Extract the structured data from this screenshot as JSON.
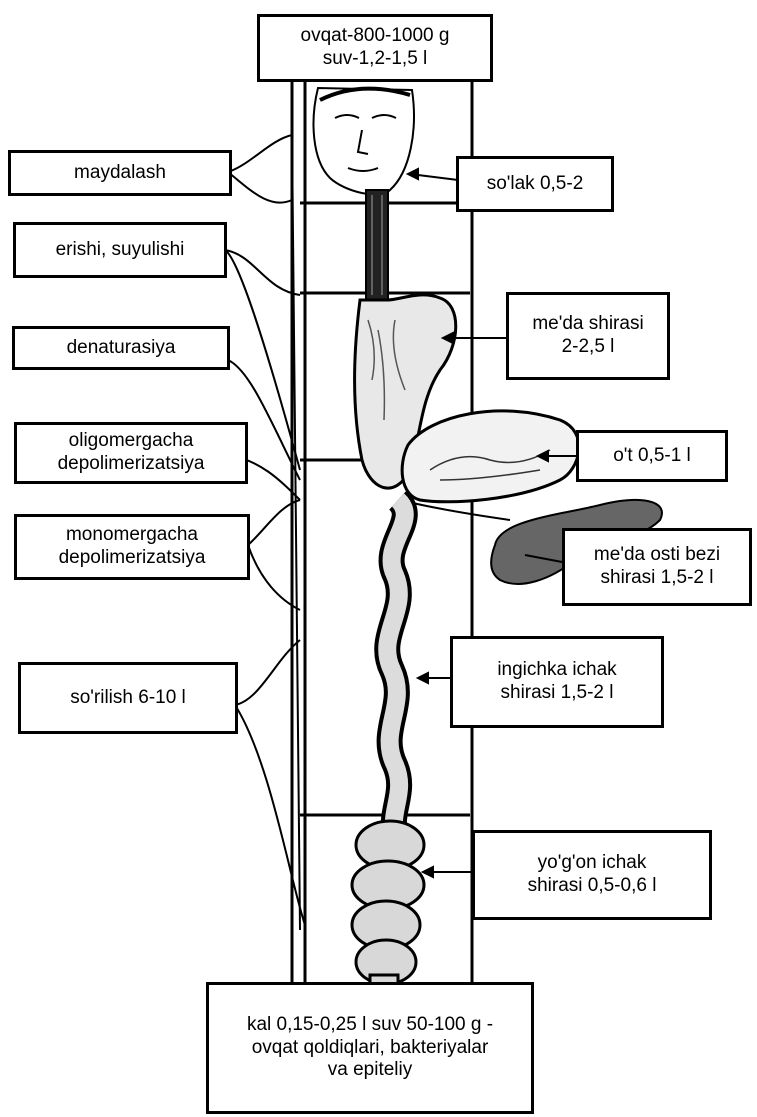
{
  "intake": {
    "line1": "ovqat-800-1000 g",
    "line2": "suv-1,2-1,5 l"
  },
  "processes": {
    "grinding": "maydalash",
    "dissolving": "erishi, suyulishi",
    "denaturation": "denaturasiya",
    "oligomer": {
      "line1": "oligomergacha",
      "line2": "depolimerizatsiya"
    },
    "monomer": {
      "line1": "monomergacha",
      "line2": "depolimerizatsiya"
    },
    "absorption": "so'rilish 6-10 l"
  },
  "secretions": {
    "saliva": "so'lak 0,5-2",
    "gastric": {
      "line1": "me'da shirasi",
      "line2": "2-2,5 l"
    },
    "bile": "o't 0,5-1 l",
    "pancreatic": {
      "line1": "me'da osti bezi",
      "line2": "shirasi 1,5-2 l"
    },
    "small_intestine": {
      "line1": "ingichka ichak",
      "line2": "shirasi 1,5-2 l"
    },
    "large_intestine": {
      "line1": "yo'g'on ichak",
      "line2": "shirasi 0,5-0,6 l"
    }
  },
  "output": {
    "line1": "kal 0,15-0,25 l suv 50-100 g -",
    "line2": "ovqat qoldiqlari, bakteriyalar",
    "line3": "va epiteliy"
  }
}
